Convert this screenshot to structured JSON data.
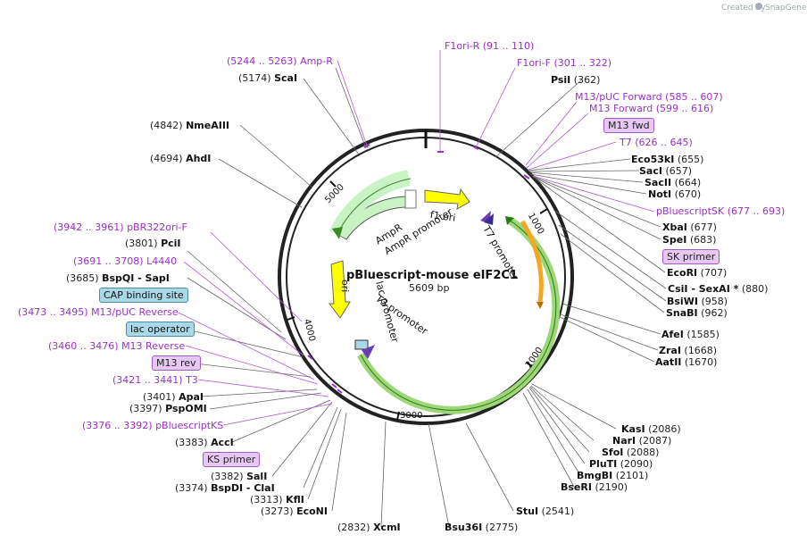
{
  "credit": "Created by",
  "brand": "SnapGene",
  "map": {
    "name": "pBluescript-mouse eIF2C1",
    "length": "5609 bp",
    "ticks": [
      "1000",
      "2000",
      "3000",
      "4000",
      "5000"
    ]
  },
  "features": {
    "ampr": "AmpR",
    "ampr_promoter": "AmpR promoter",
    "f1ori": "f1 ori",
    "t7promoter": "T7 promoter",
    "ori": "ori",
    "lac_promoter": "lac promoter",
    "t3promoter": "T3 promoter"
  },
  "sites": [
    {
      "pos": "(5244 .. 5263)",
      "name": "Amp-R",
      "kind": "primer"
    },
    {
      "pos": "(5174)",
      "name": "ScaI",
      "kind": "enzyme"
    },
    {
      "pos": "(4842)",
      "name": "NmeAIII",
      "kind": "enzyme"
    },
    {
      "pos": "(4694)",
      "name": "AhdI",
      "kind": "enzyme"
    },
    {
      "pos": "(3942 .. 3961)",
      "name": "pBR322ori-F",
      "kind": "primer"
    },
    {
      "pos": "(3801)",
      "name": "PciI",
      "kind": "enzyme"
    },
    {
      "pos": "(3691 .. 3708)",
      "name": "L4440",
      "kind": "primer"
    },
    {
      "pos": "(3685)",
      "name": "BspQI - SapI",
      "kind": "enzyme"
    },
    {
      "pos": "(3473 .. 3495)",
      "name": "M13/pUC Reverse",
      "kind": "primer"
    },
    {
      "pos": "(3460 .. 3476)",
      "name": "M13 Reverse",
      "kind": "primer"
    },
    {
      "pos": "(3421 .. 3441)",
      "name": "T3",
      "kind": "primer"
    },
    {
      "pos": "(3401)",
      "name": "ApaI",
      "kind": "enzyme"
    },
    {
      "pos": "(3397)",
      "name": "PspOMI",
      "kind": "enzyme"
    },
    {
      "pos": "(3376 .. 3392)",
      "name": "pBluescriptKS",
      "kind": "primer"
    },
    {
      "pos": "(3383)",
      "name": "AccI",
      "kind": "enzyme"
    },
    {
      "pos": "(3382)",
      "name": "SalI",
      "kind": "enzyme"
    },
    {
      "pos": "(3374)",
      "name": "BspDI - ClaI",
      "kind": "enzyme"
    },
    {
      "pos": "(3313)",
      "name": "KflI",
      "kind": "enzyme"
    },
    {
      "pos": "(3273)",
      "name": "EcoNI",
      "kind": "enzyme"
    },
    {
      "pos": "(2832)",
      "name": "XcmI",
      "kind": "enzyme"
    },
    {
      "pos": "(2775)",
      "name": "Bsu36I",
      "kind": "enzyme"
    },
    {
      "pos": "(2541)",
      "name": "StuI",
      "kind": "enzyme"
    },
    {
      "pos": "(2190)",
      "name": "BseRI",
      "kind": "enzyme"
    },
    {
      "pos": "(2101)",
      "name": "BmgBI",
      "kind": "enzyme"
    },
    {
      "pos": "(2090)",
      "name": "PluTI",
      "kind": "enzyme"
    },
    {
      "pos": "(2088)",
      "name": "SfoI",
      "kind": "enzyme"
    },
    {
      "pos": "(2087)",
      "name": "NarI",
      "kind": "enzyme"
    },
    {
      "pos": "(2086)",
      "name": "KasI",
      "kind": "enzyme"
    },
    {
      "pos": "(1670)",
      "name": "AatII",
      "kind": "enzyme"
    },
    {
      "pos": "(1668)",
      "name": "ZraI",
      "kind": "enzyme"
    },
    {
      "pos": "(1585)",
      "name": "AfeI",
      "kind": "enzyme"
    },
    {
      "pos": "(962)",
      "name": "SnaBI",
      "kind": "enzyme"
    },
    {
      "pos": "(958)",
      "name": "BsiWI",
      "kind": "enzyme"
    },
    {
      "pos": "(880)",
      "name": "CsiI - SexAI *",
      "kind": "enzyme"
    },
    {
      "pos": "(707)",
      "name": "EcoRI",
      "kind": "enzyme"
    },
    {
      "pos": "(683)",
      "name": "SpeI",
      "kind": "enzyme"
    },
    {
      "pos": "(677)",
      "name": "XbaI",
      "kind": "enzyme"
    },
    {
      "pos": "(677 .. 693)",
      "name": "pBluescriptSK",
      "kind": "primer"
    },
    {
      "pos": "(670)",
      "name": "NotI",
      "kind": "enzyme"
    },
    {
      "pos": "(664)",
      "name": "SacII",
      "kind": "enzyme"
    },
    {
      "pos": "(657)",
      "name": "SacI",
      "kind": "enzyme"
    },
    {
      "pos": "(655)",
      "name": "Eco53kI",
      "kind": "enzyme"
    },
    {
      "pos": "(626 .. 645)",
      "name": "T7",
      "kind": "primer"
    },
    {
      "pos": "(599 .. 616)",
      "name": "M13 Forward",
      "kind": "primer"
    },
    {
      "pos": "(585 .. 607)",
      "name": "M13/pUC Forward",
      "kind": "primer"
    },
    {
      "pos": "(362)",
      "name": "PsiI",
      "kind": "enzyme"
    },
    {
      "pos": "(301 .. 322)",
      "name": "F1ori-F",
      "kind": "primer"
    },
    {
      "pos": "(91 .. 110)",
      "name": "F1ori-R",
      "kind": "primer"
    }
  ],
  "boxes": {
    "m13fwd": "M13 fwd",
    "sk_primer": "SK primer",
    "cap_site": "CAP binding site",
    "lac_operator": "lac operator",
    "m13rev": "M13 rev",
    "ks_primer": "KS primer"
  },
  "colors": {
    "backbone": "#222222",
    "primer": "#9b30c8",
    "ampr": "#c9f2c5",
    "f1ori": "#ffff00",
    "insert": "#9ed67a",
    "orange": "#f5a623"
  }
}
